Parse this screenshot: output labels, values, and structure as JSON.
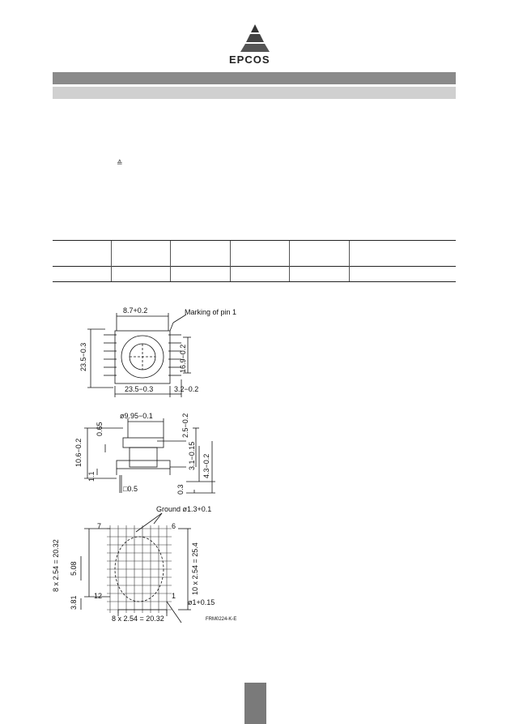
{
  "header": {
    "brand": "EPCOS"
  },
  "page": {
    "glyph": "≙"
  },
  "drawing": {
    "top_view": {
      "width_between_pins": "8.7+0.2",
      "marking_label": "Marking of pin 1",
      "height": "23.5−0.3",
      "inner_height": "16.9−0.2",
      "width": "23.5−0.3",
      "pin_offset": "3.2−0.2"
    },
    "side_view": {
      "flange": "0.65",
      "core_diameter": "ø9.95−0.1",
      "flange_height": "2.5−0.2",
      "total_height": "10.6−0.2",
      "pin_length_a": "3.1−0.15",
      "pin_length_b": "4.3−0.2",
      "base": "1.1",
      "pin_square": "□0.5",
      "pin_step": "0.3"
    },
    "pcb_layout": {
      "ground_label": "Ground ø1.3+0.1",
      "pin7": "7",
      "pin6": "6",
      "pin12": "12",
      "pin1": "1",
      "left_dim": "8 x 2.54 = 20.32",
      "inner_dim": "5.08",
      "offset_dim": "3.81",
      "right_dim": "10 x 2.54 = 25.4",
      "bottom_dim": "8 x 2.54 = 20.32",
      "hole": "ø1+0.15",
      "drawing_code": "FRM0224-K-E"
    }
  }
}
